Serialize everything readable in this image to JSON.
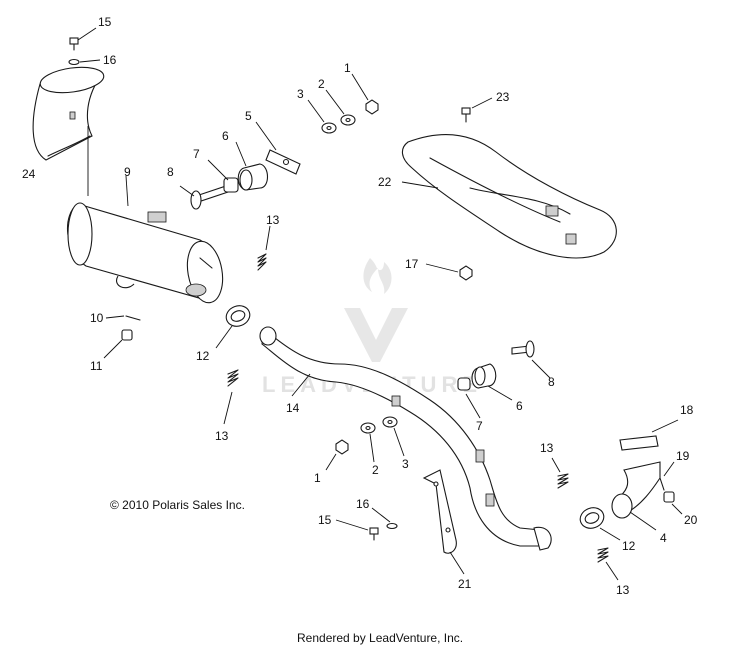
{
  "copyright": "© 2010 Polaris Sales Inc.",
  "footer": "Rendered by LeadVenture, Inc.",
  "watermark": "LEADVENTURE",
  "labels": {
    "l1a": "1",
    "l2a": "2",
    "l3a": "3",
    "l5": "5",
    "l6a": "6",
    "l7a": "7",
    "l8a": "8",
    "l9": "9",
    "l10": "10",
    "l11": "11",
    "l12a": "12",
    "l13a": "13",
    "l13b": "13",
    "l14": "14",
    "l15a": "15",
    "l16a": "16",
    "l17": "17",
    "l22": "22",
    "l23": "23",
    "l24": "24",
    "l8b": "8",
    "l6b": "6",
    "l7b": "7",
    "l18": "18",
    "l19": "19",
    "l20": "20",
    "l4": "4",
    "l12b": "12",
    "l13c": "13",
    "l13d": "13",
    "l1b": "1",
    "l2b": "2",
    "l3b": "3",
    "l16b": "16",
    "l15b": "15",
    "l21": "21"
  }
}
